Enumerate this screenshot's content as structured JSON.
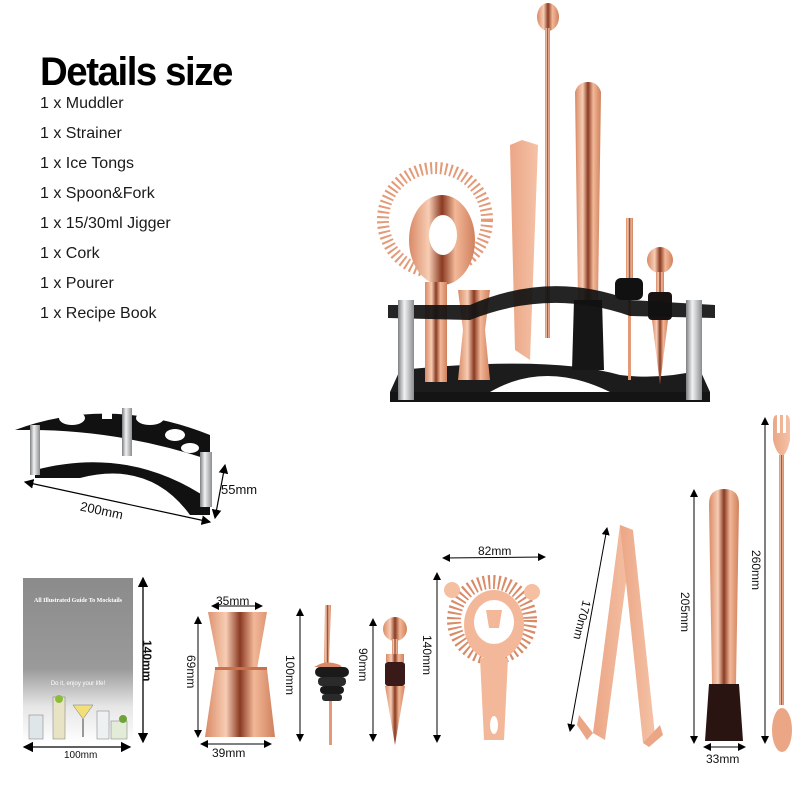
{
  "header": {
    "title": "Details size"
  },
  "contents": [
    {
      "qty": "1 x",
      "name": "Muddler",
      "label": "1 x Muddler"
    },
    {
      "qty": "1 x",
      "name": "Strainer",
      "label": "1 x Strainer"
    },
    {
      "qty": "1 x",
      "name": "Ice Tongs",
      "label": "1 x Ice Tongs"
    },
    {
      "qty": "1 x",
      "name": "Spoon&Fork",
      "label": "1 x Spoon&Fork"
    },
    {
      "qty": "1 x",
      "name": "15/30ml Jigger",
      "label": "1 x 15/30ml Jigger"
    },
    {
      "qty": "1 x",
      "name": "Cork",
      "label": "1 x Cork"
    },
    {
      "qty": "1 x",
      "name": "Pourer",
      "label": "1 x Pourer"
    },
    {
      "qty": "1 x",
      "name": "Recipe Book",
      "label": "1 x Recipe Book"
    }
  ],
  "stand": {
    "width": "200mm",
    "height": "55mm"
  },
  "recipe_book": {
    "cover_title": "All Illustrated Guide To Mocktails",
    "cover_tagline": "Do it, enjoy your life!",
    "width": "100mm",
    "height": "140mm"
  },
  "jigger": {
    "top_width": "35mm",
    "bottom_width": "39mm",
    "height": "69mm"
  },
  "pourer": {
    "height": "100mm"
  },
  "cork": {
    "height": "90mm"
  },
  "strainer": {
    "width": "82mm",
    "height": "140mm"
  },
  "ice_tongs": {
    "length": "170mm"
  },
  "muddler": {
    "length": "205mm",
    "width": "33mm"
  },
  "spoon_fork": {
    "length": "260mm"
  },
  "colors": {
    "copper_light": "#f6c4a8",
    "copper_mid": "#e39a78",
    "copper_dark": "#8a3a22",
    "acrylic_black": "#141414",
    "steel": "#c9cbcd",
    "book_gray": "#8d8d8d"
  }
}
